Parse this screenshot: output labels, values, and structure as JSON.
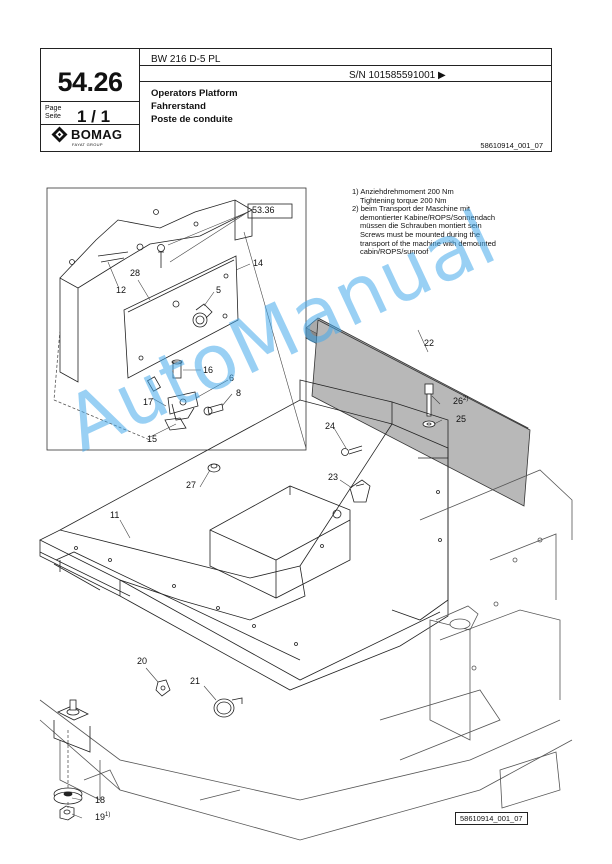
{
  "header": {
    "model": "BW 216 D-5 PL",
    "serial": "S/N 101585591001 ▶",
    "page_number": "54.26",
    "page_label": "Page",
    "seite_label": "Seite",
    "page_value": "1 / 1",
    "logo_text": "BOMAG",
    "logo_sub": "FAYAT GROUP",
    "title_en": "Operators Platform",
    "title_de": "Fahrerstand",
    "title_fr": "Poste de conduite",
    "drawing_ref": "58610914_001_07"
  },
  "notes": [
    "1) Anziehdrehmoment 200 Nm",
    "    Tightening torque 200 Nm",
    "2) beim Transport der Maschine mit",
    "    demontierter Kabine/ROPS/Sonnendach",
    "    müssen die Schrauben montiert sein",
    "    Screws must be mounted during the",
    "    transport of the machine with demounted",
    "    cabin/ROPS/sunroof"
  ],
  "callouts": {
    "ref_box": "53.36",
    "c14": "14",
    "c12": "12",
    "c28": "28",
    "c5": "5",
    "c16": "16",
    "c6": "6",
    "c17": "17",
    "c8": "8",
    "c15": "15",
    "c22": "22",
    "c26": "26",
    "c26_sup": "2)",
    "c25": "25",
    "c24": "24",
    "c23": "23",
    "c27": "27",
    "c11": "11",
    "c20": "20",
    "c21": "21",
    "c18": "18",
    "c19": "19",
    "c19_sup": "1)"
  },
  "watermark": "AutoManual",
  "figure_ref": "58610914_001_07"
}
